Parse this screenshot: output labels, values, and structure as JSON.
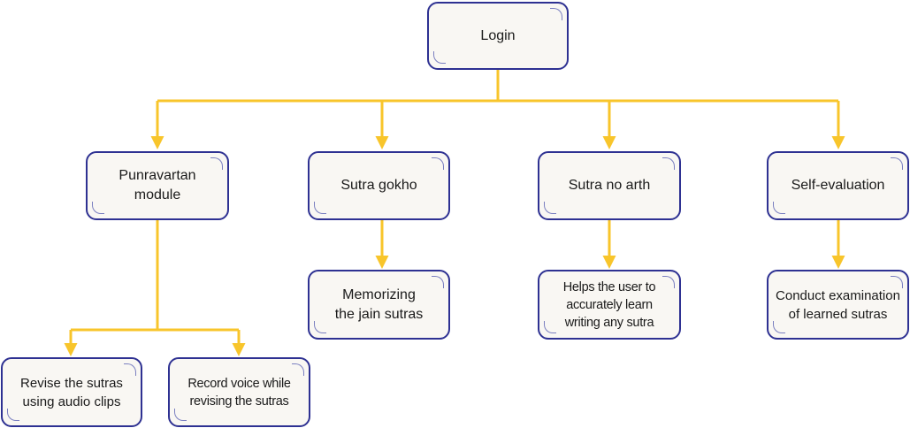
{
  "diagram": {
    "root": {
      "label": "Login"
    },
    "modules": [
      {
        "label": "Punravartan module"
      },
      {
        "label": "Sutra gokho"
      },
      {
        "label": "Sutra no arth"
      },
      {
        "label": "Self-evaluation"
      }
    ],
    "details": {
      "revise": {
        "label": "Revise the sutras using audio clips"
      },
      "record": {
        "label": "Record voice while revising the sutras"
      },
      "memorize": {
        "label": "Memorizing the jain sutras"
      },
      "writing": {
        "label": "Helps the user to accurately learn writing any sutra"
      },
      "exam": {
        "label": "Conduct examination of learned sutras"
      }
    },
    "colors": {
      "connector": "#f8c52b",
      "border": "#2e3192",
      "fill": "#f9f7f3",
      "text": "#1a1a1a"
    }
  }
}
